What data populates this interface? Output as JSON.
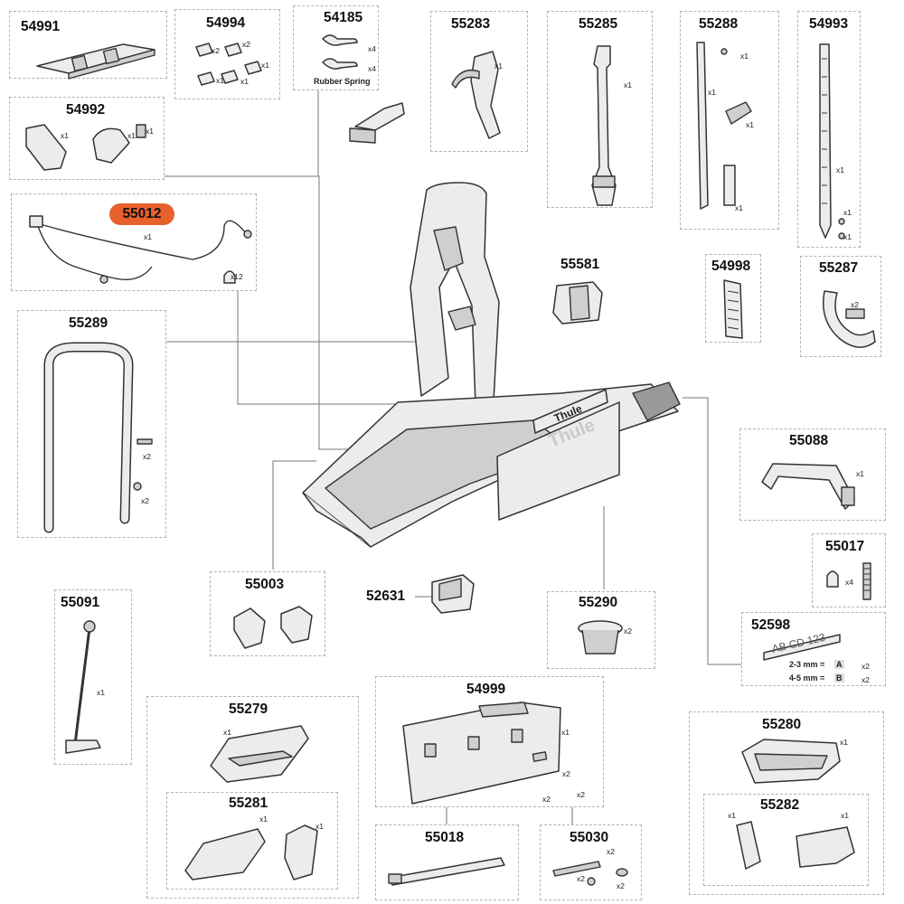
{
  "colors": {
    "highlight": "#e8612c",
    "border": "#b4b4b4",
    "leader": "#777777"
  },
  "parts": {
    "p54991": {
      "number": "54991"
    },
    "p54994": {
      "number": "54994",
      "qty": [
        "x2",
        "x2",
        "x1",
        "x1",
        "x1"
      ]
    },
    "p54185": {
      "number": "54185",
      "qty": [
        "x4",
        "x4"
      ],
      "caption": "Rubber Spring"
    },
    "p55283": {
      "number": "55283",
      "qty": [
        "x1"
      ]
    },
    "p55285": {
      "number": "55285",
      "qty": [
        "x1"
      ]
    },
    "p55288": {
      "number": "55288",
      "qty": [
        "x1",
        "x1",
        "x1",
        "x1"
      ]
    },
    "p54993": {
      "number": "54993",
      "qty": [
        "x1",
        "x1",
        "x1"
      ]
    },
    "p54992": {
      "number": "54992",
      "qty": [
        "x1",
        "x1",
        "x1"
      ]
    },
    "p55012": {
      "number": "55012",
      "qty": [
        "x1",
        "x12"
      ],
      "highlighted": true
    },
    "p55581": {
      "number": "55581"
    },
    "p54998": {
      "number": "54998"
    },
    "p55287": {
      "number": "55287",
      "qty": [
        "x2"
      ]
    },
    "p55289": {
      "number": "55289",
      "qty": [
        "x2",
        "x2"
      ]
    },
    "p55088": {
      "number": "55088",
      "qty": [
        "x1"
      ]
    },
    "p55017": {
      "number": "55017",
      "qty": [
        "x4"
      ]
    },
    "p55003": {
      "number": "55003"
    },
    "p52631": {
      "number": "52631"
    },
    "p55290": {
      "number": "55290",
      "qty": [
        "x2"
      ]
    },
    "p52598": {
      "number": "52598",
      "plate_text": "AB CD 123",
      "spec_a": "2-3 mm =",
      "spec_b": "4-5 mm =",
      "letter_a": "A",
      "letter_b": "B",
      "qty": [
        "x2",
        "x2"
      ]
    },
    "p55091": {
      "number": "55091",
      "qty": [
        "x1"
      ]
    },
    "p54999": {
      "number": "54999",
      "qty": [
        "x1",
        "x2",
        "x2",
        "x2"
      ]
    },
    "p55279": {
      "number": "55279",
      "qty": [
        "x1"
      ]
    },
    "p55280": {
      "number": "55280",
      "qty": [
        "x1"
      ]
    },
    "p55281": {
      "number": "55281",
      "qty": [
        "x1",
        "x1"
      ]
    },
    "p55282": {
      "number": "55282",
      "qty": [
        "x1",
        "x1"
      ]
    },
    "p55018": {
      "number": "55018"
    },
    "p55030": {
      "number": "55030",
      "qty": [
        "x2",
        "x2",
        "x2"
      ]
    }
  },
  "center": {
    "brand": "Thule"
  }
}
